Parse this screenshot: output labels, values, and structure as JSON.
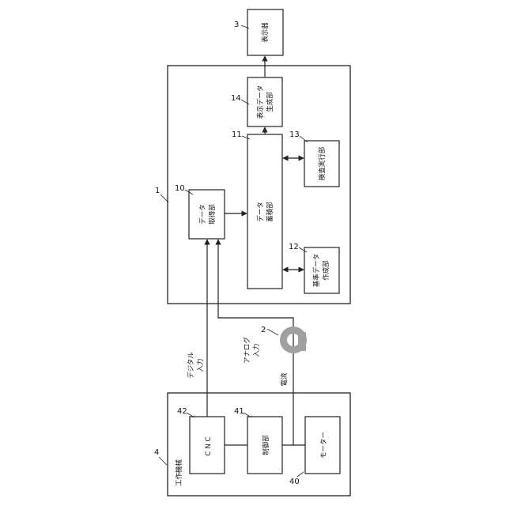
{
  "machine": {
    "ref": "4",
    "title": "工作機械",
    "cnc": {
      "ref": "42",
      "label": "CNC"
    },
    "controller": {
      "ref": "41",
      "label": "制御部"
    },
    "motor": {
      "ref": "40",
      "label": "モーター"
    }
  },
  "device": {
    "ref": "1",
    "acquisition": {
      "ref": "10",
      "line1": "データ",
      "line2": "取得部"
    },
    "storage": {
      "ref": "11",
      "line1": "データ",
      "line2": "蓄積部"
    },
    "reference": {
      "ref": "12",
      "line1": "基準データ",
      "line2": "作成部"
    },
    "inspection": {
      "ref": "13",
      "label": "検査実行部"
    },
    "display_gen": {
      "ref": "14",
      "line1": "表示データ",
      "line2": "生成部"
    }
  },
  "display": {
    "ref": "3",
    "label": "表示器"
  },
  "sensor": {
    "ref": "2"
  },
  "signals": {
    "digital_line1": "デジタル",
    "digital_line2": "入力",
    "analog_line1": "アナログ",
    "analog_line2": "入力",
    "current": "電流"
  }
}
